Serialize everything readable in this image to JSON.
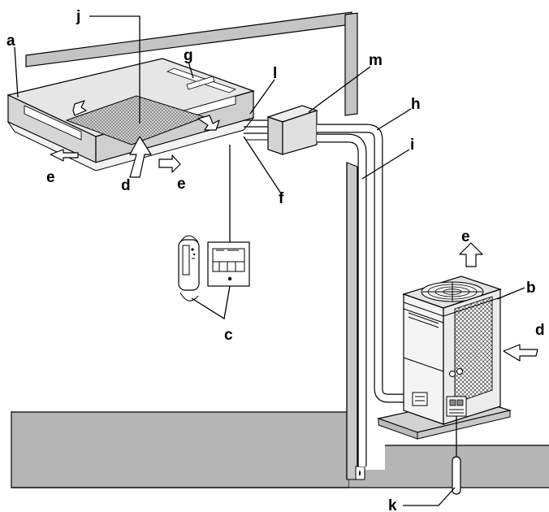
{
  "labels": {
    "a": "a",
    "b": "b",
    "c": "c",
    "d_indoor": "d",
    "d_outdoor": "d",
    "e_left": "e",
    "e_center": "e",
    "e_outdoor": "e",
    "f": "f",
    "g": "g",
    "h": "h",
    "i": "i",
    "j": "j",
    "k": "k",
    "l": "l",
    "m": "m"
  },
  "colors": {
    "ground": "#b5b5b5",
    "wall": "#c8c8c8",
    "ceiling": "#c4c4c4",
    "unit_top": "#e6e6e6",
    "unit_side": "#d4d4d4",
    "grille": "#9a9a9a",
    "outline": "#000000"
  }
}
